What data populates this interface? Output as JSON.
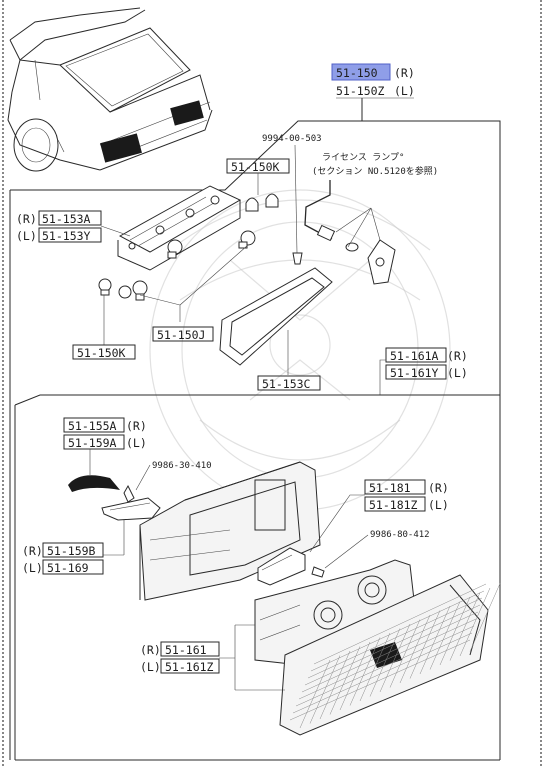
{
  "diagram": {
    "main_part": {
      "right": "51-150",
      "right_suffix": "(R)",
      "left": "51-150Z",
      "left_suffix": "(L)"
    },
    "highlight_color": "#8f9ee8",
    "bolt_top": "9994-00-503",
    "license_lamp_note_line1": "ライセンス ランプ°",
    "license_lamp_note_line2": "(セクション NO.5120を参照)",
    "parts": {
      "p_150k_top": "51-150K",
      "p_153a_prefix": "(R)",
      "p_153a": "51-153A",
      "p_153y_prefix": "(L)",
      "p_153y": "51-153Y",
      "p_150j": "51-150J",
      "p_150k_bottom": "51-150K",
      "p_153c": "51-153C",
      "p_161a": "51-161A",
      "p_161a_suffix": "(R)",
      "p_161y": "51-161Y",
      "p_161y_suffix": "(L)",
      "p_155a": "51-155A",
      "p_155a_suffix": "(R)",
      "p_159a": "51-159A",
      "p_159a_suffix": "(L)",
      "screw_410": "9986-30-410",
      "p_181": "51-181",
      "p_181_suffix": "(R)",
      "p_181z": "51-181Z",
      "p_181z_suffix": "(L)",
      "screw_412": "9986-80-412",
      "p_159b_prefix": "(R)",
      "p_159b": "51-159B",
      "p_169_prefix": "(L)",
      "p_169": "51-169",
      "p_161_prefix": "(R)",
      "p_161": "51-161",
      "p_161z_prefix": "(L)",
      "p_161z": "51-161Z"
    }
  }
}
